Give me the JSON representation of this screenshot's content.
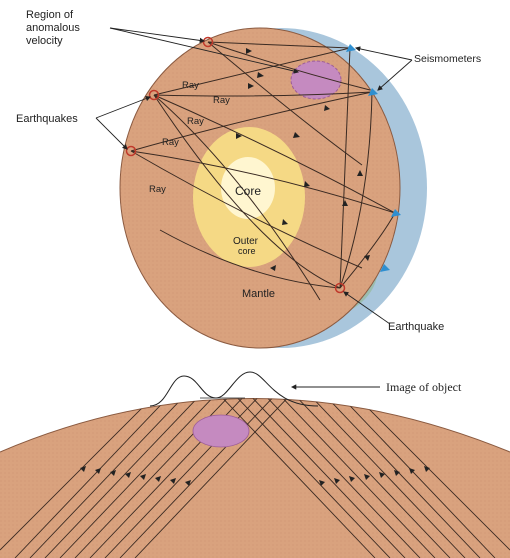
{
  "top_figure": {
    "labels": {
      "region": [
        "Region of",
        "anomalous",
        "velocity"
      ],
      "earthquakes": "Earthquakes",
      "seismometers": "Seismometers",
      "earthquake": "Earthquake",
      "core": "Core",
      "outer_core": [
        "Outer",
        "core"
      ],
      "mantle": "Mantle",
      "rays": [
        "Ray",
        "Ray",
        "Ray",
        "Ray",
        "Ray"
      ]
    },
    "colors": {
      "mantle": "#d9a27e",
      "crust_rim": "#a9c6dc",
      "outer_core": "#f5d985",
      "inner_core": "#fff6d0",
      "anomaly": "#c58ac0",
      "earthquake_marker": "#c0392b",
      "seismometer_marker": "#2f8fd0"
    }
  },
  "bottom_figure": {
    "label": "Image of object",
    "colors": {
      "body": "#d9a27e",
      "anomaly": "#c58ac0"
    }
  }
}
